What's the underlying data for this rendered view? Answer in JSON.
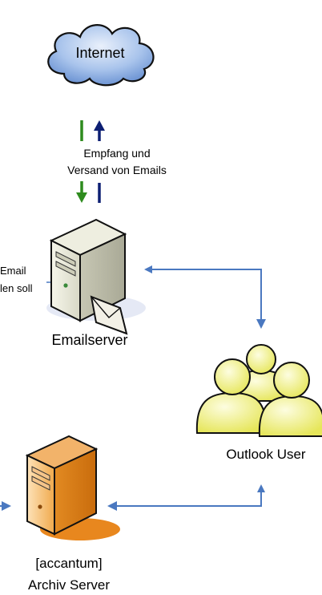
{
  "cloud": {
    "label": "Internet"
  },
  "arrows_label": {
    "line1": "Empfang und",
    "line2": "Versand von Emails"
  },
  "left_note": {
    "line1": "Email",
    "line2": "len soll"
  },
  "emailserver": {
    "label": "Emailserver"
  },
  "users": {
    "label": "Outlook User"
  },
  "archive": {
    "line1": "[accantum]",
    "line2": "Archiv Server"
  },
  "colors": {
    "flow_green": "#2e8b1e",
    "flow_navy": "#0d1f73",
    "connector_blue": "#4a78c0",
    "server_orange": "#e8871e",
    "user_yellow": "#eeee70",
    "cloud_blue": "#7aa3dc"
  }
}
